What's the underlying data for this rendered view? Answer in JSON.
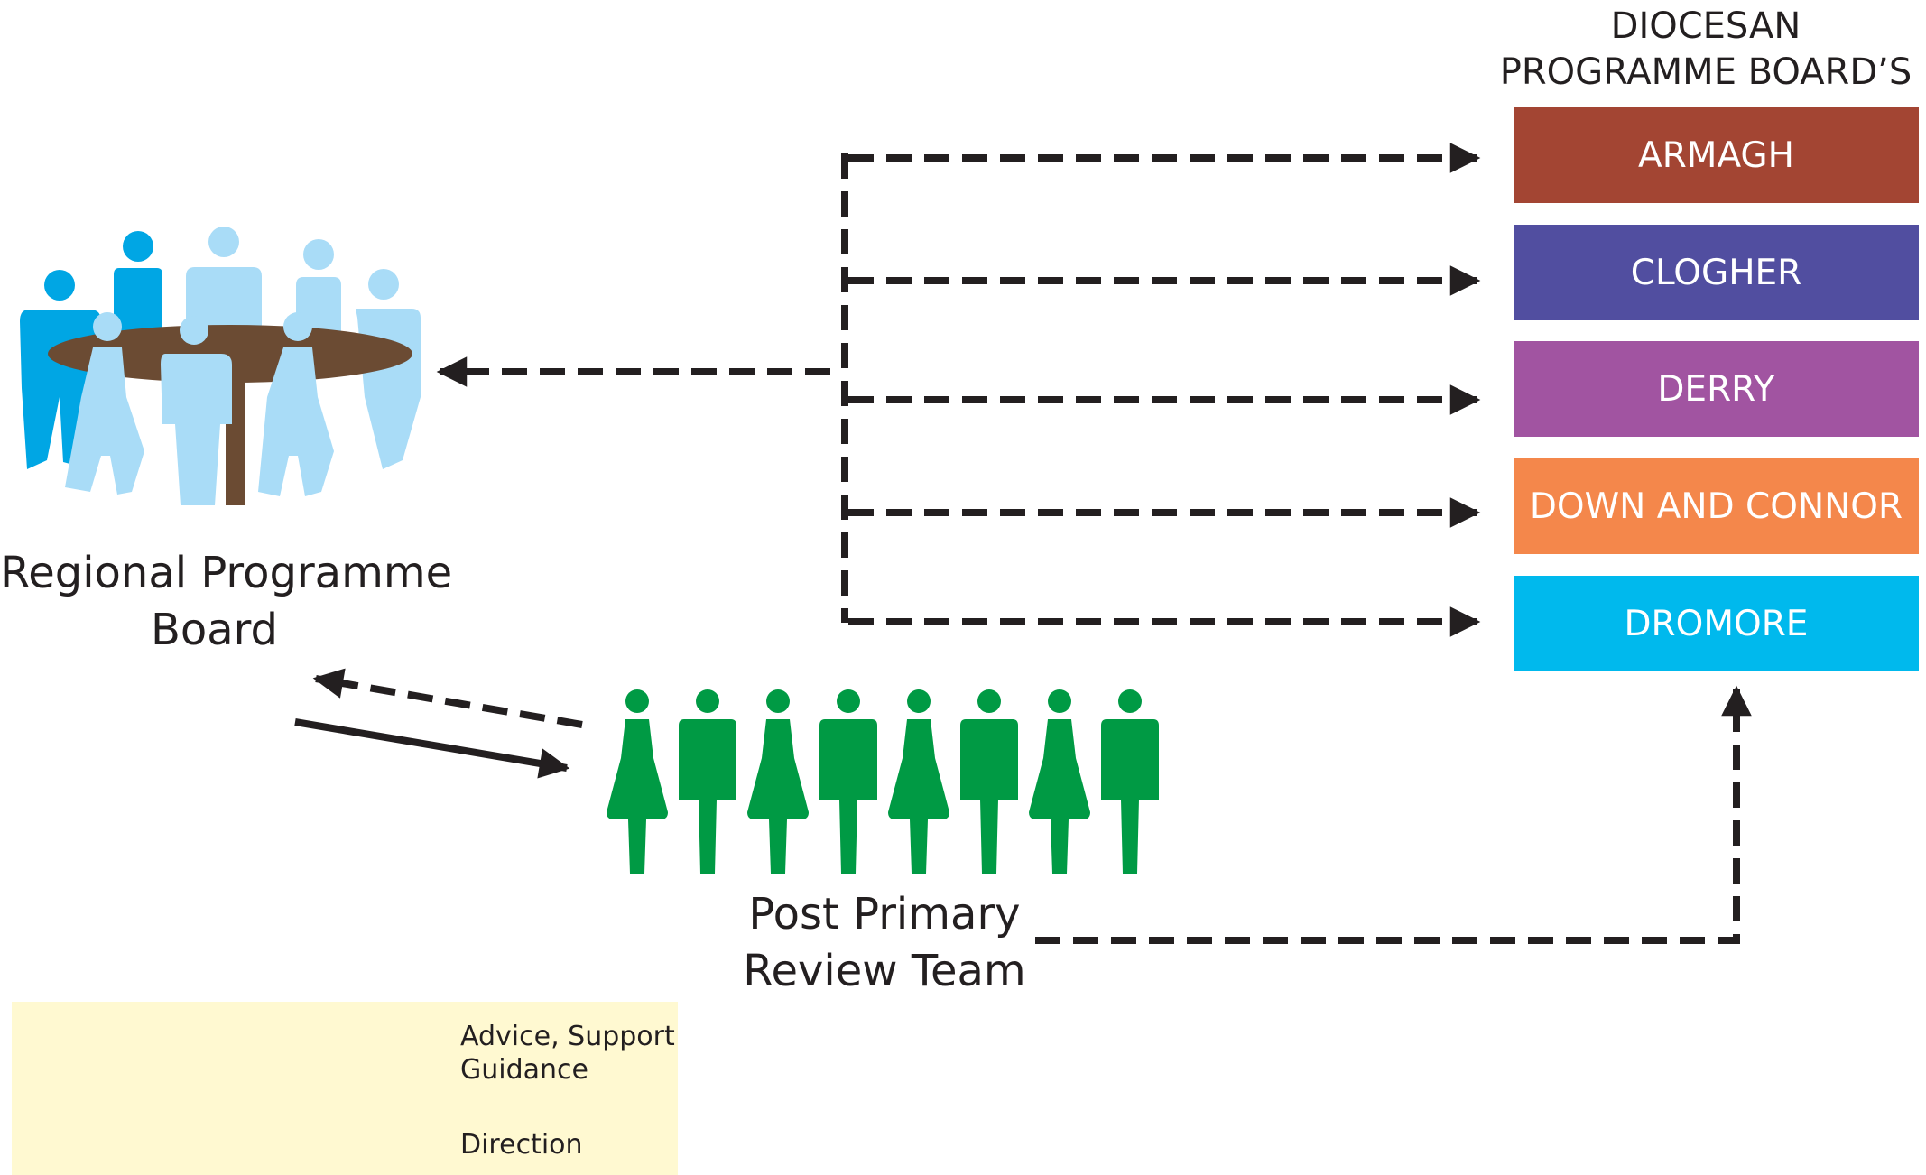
{
  "diocesan": {
    "title_line1": "DIOCESAN",
    "title_line2": "PROGRAMME BOARD’S",
    "boards": [
      {
        "label": "ARMAGH",
        "color": "#a34533"
      },
      {
        "label": "CLOGHER",
        "color": "#514ea0"
      },
      {
        "label": "DERRY",
        "color": "#a154a1"
      },
      {
        "label": "DOWN AND CONNOR",
        "color": "#f4874b"
      },
      {
        "label": "DROMORE",
        "color": "#00b9ed"
      }
    ]
  },
  "regional": {
    "label_line1": "Regional Programme",
    "label_line2": "Board",
    "icon": "people-around-table-icon",
    "colors": {
      "dark_blue": "#00a6e4",
      "light_blue": "#a9dcf7",
      "table": "#6b4b33"
    }
  },
  "review_team": {
    "label_line1": "Post Primary",
    "label_line2": "Review Team",
    "icon": "group-of-people-icon",
    "color": "#009a44"
  },
  "legend": {
    "advice_line1": "Advice, Support",
    "advice_line2": "Guidance",
    "direction": "Direction",
    "background": "#fff9d1"
  },
  "arrow_color": "#231f20"
}
